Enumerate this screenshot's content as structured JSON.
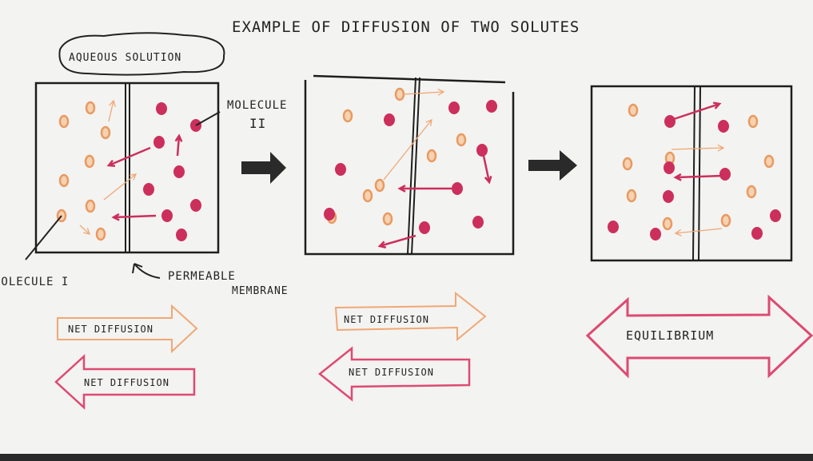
{
  "title": "EXAMPLE OF DIFFUSION OF TWO SOLUTES",
  "labels": {
    "aqueous": "AQUEOUS SOLUTION",
    "molecule2_line1": "MOLECULE",
    "molecule2_line2": "II",
    "molecule1": "MOLECULE I",
    "membrane_line1": "PERMEABLE",
    "membrane_line2": "MEMBRANE"
  },
  "arrows": {
    "stage1_right": "NET DIFFUSION",
    "stage1_left": "NET DIFFUSION",
    "stage2_right": "NET DIFFUSION",
    "stage2_left": "NET DIFFUSION",
    "stage3_both": "EQUILIBRIUM"
  },
  "colors": {
    "molecule1": "#e89a62",
    "molecule2": "#cc2f5c",
    "ink": "#1e1e1e",
    "orange_arrow": "#f0a874",
    "pink_arrow": "#dd4a72"
  }
}
